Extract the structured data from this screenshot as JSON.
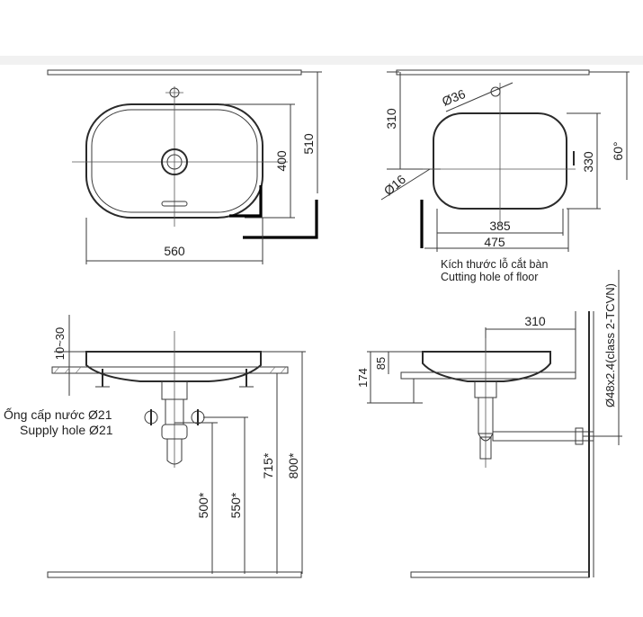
{
  "top_view": {
    "width_dim": "560",
    "depth_dim": "400",
    "overall_depth_dim": "510"
  },
  "cutout_view": {
    "tap_hole_dim": "Ø36",
    "overflow_hole_dim": "Ø16",
    "offset_dim": "310",
    "depth_dim": "330",
    "angle_dim": "60°",
    "inner_width_dim": "385",
    "outer_width_dim": "475",
    "caption_vi": "Kích thước lỗ cắt bàn",
    "caption_en": "Cutting hole of floor"
  },
  "front_view": {
    "rim_dim": "10~30",
    "supply_label_vi": "Ống cấp nước Ø21",
    "supply_label_en": "Supply hole Ø21",
    "dim_500": "500*",
    "dim_550": "550*",
    "dim_715": "715*",
    "dim_800": "800*"
  },
  "side_view": {
    "offset_dim": "310",
    "height_dim": "174",
    "bowl_dim": "85",
    "pipe_dim": "Ø48x2.4(class 2-TCVN)"
  }
}
